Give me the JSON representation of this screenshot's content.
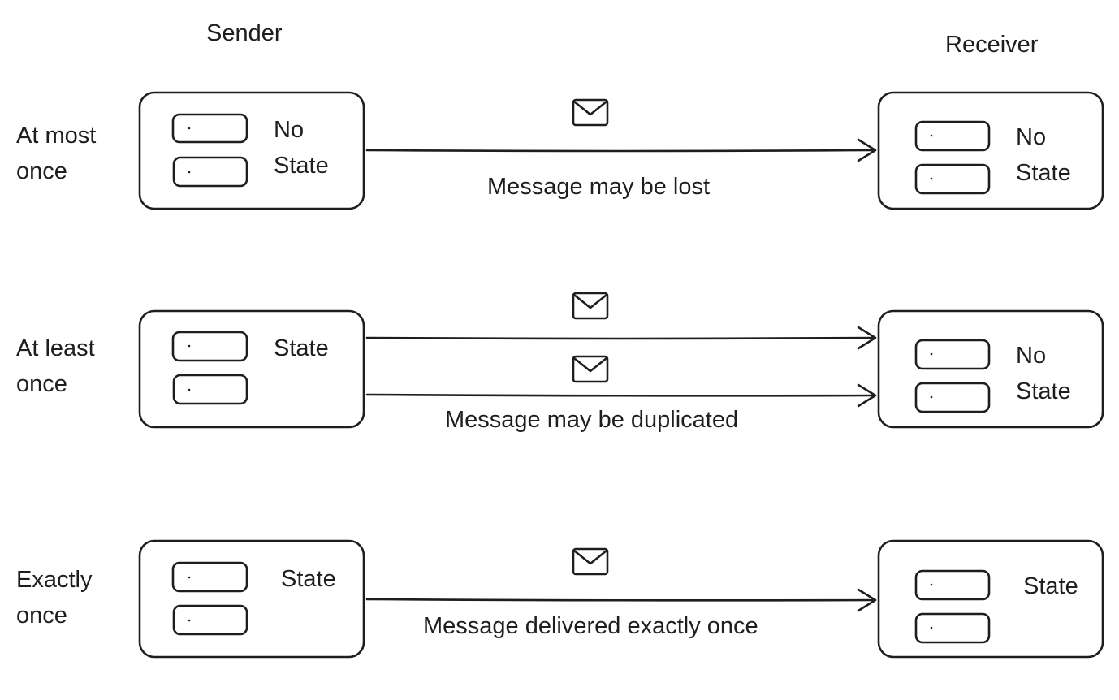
{
  "headers": {
    "sender": "Sender",
    "receiver": "Receiver"
  },
  "rows": [
    {
      "label": "At most\nonce",
      "sender_state": "No\nState",
      "receiver_state": "No\nState",
      "caption": "Message may be lost"
    },
    {
      "label": "At least\nonce",
      "sender_state": "State",
      "receiver_state": "No\nState",
      "caption": "Message may be duplicated"
    },
    {
      "label": "Exactly\nonce",
      "sender_state": "State",
      "receiver_state": "State",
      "caption": "Message delivered exactly once"
    }
  ],
  "icons": {
    "message": "envelope-icon",
    "arrowhead": "arrowhead-icon"
  },
  "colors": {
    "stroke": "#1e1e1e",
    "background": "#ffffff"
  }
}
